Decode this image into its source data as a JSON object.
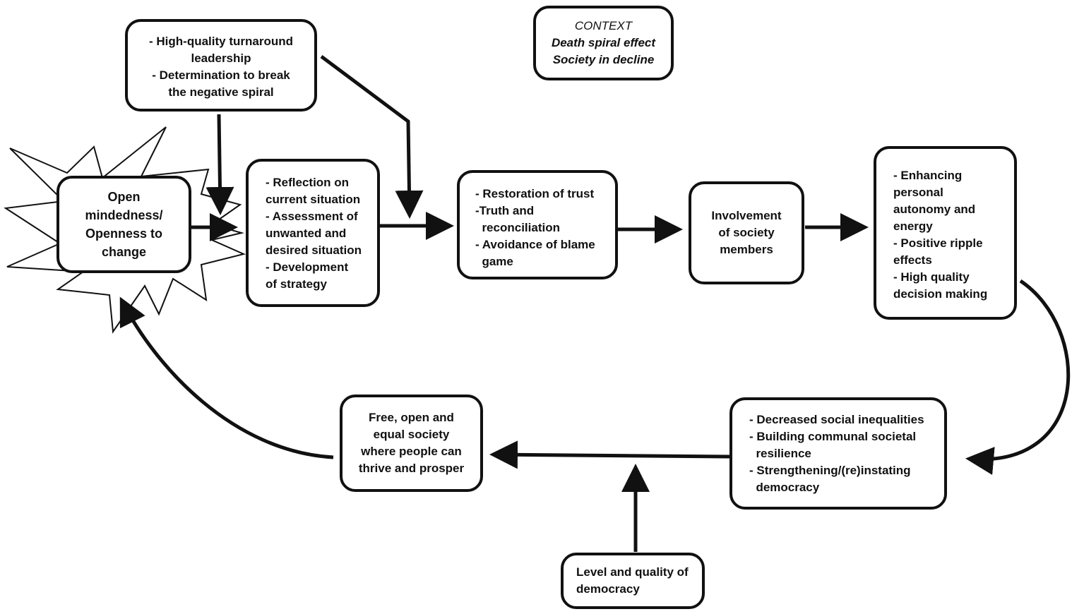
{
  "nodes": {
    "leadership": [
      "- High-quality turnaround",
      "leadership",
      "- Determination to break",
      "the negative spiral"
    ],
    "context": [
      "CONTEXT",
      "Death spiral effect",
      "Society in decline"
    ],
    "open": [
      "Open",
      "mindedness/",
      "Openness to",
      "change"
    ],
    "reflection": [
      "- Reflection on",
      "current situation",
      "- Assessment of",
      "unwanted and",
      "desired situation",
      "- Development",
      "of strategy"
    ],
    "trust": [
      "- Restoration of trust",
      "-Truth and",
      "  reconciliation",
      "- Avoidance of blame",
      "  game"
    ],
    "involvement": [
      "Involvement",
      "of society",
      "members"
    ],
    "autonomy": [
      "- Enhancing",
      "personal",
      "autonomy and",
      "energy",
      "- Positive ripple",
      "effects",
      "- High quality",
      "decision making"
    ],
    "inequality": [
      "- Decreased social inequalities",
      "- Building communal societal",
      "  resilience",
      "- Strengthening/(re)instating",
      "  democracy"
    ],
    "society": [
      "Free, open and",
      "equal society",
      "where people can",
      "thrive and prosper"
    ],
    "democracy": [
      "Level and quality of",
      "democracy"
    ]
  }
}
